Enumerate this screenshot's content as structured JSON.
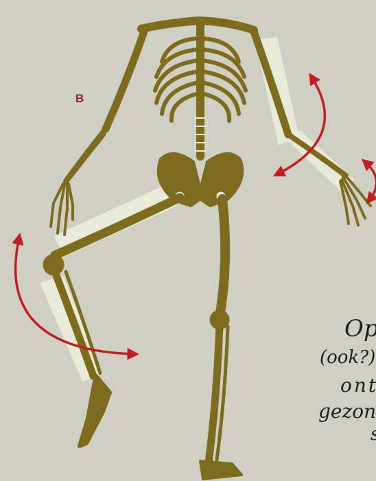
{
  "figure": {
    "panel_letter": "B",
    "handwritten_note": [
      "Op",
      "(ook?)",
      "ont",
      "gezon",
      "spi"
    ]
  },
  "colors": {
    "background": "#cfcfc4",
    "bone": "#7d6b1e",
    "bone_highlight": "#e8ecd8",
    "arrow": "#c41e24",
    "handwriting": "#1f1f1f"
  },
  "icons": [
    "skeleton-figure",
    "curved-double-arrow"
  ]
}
